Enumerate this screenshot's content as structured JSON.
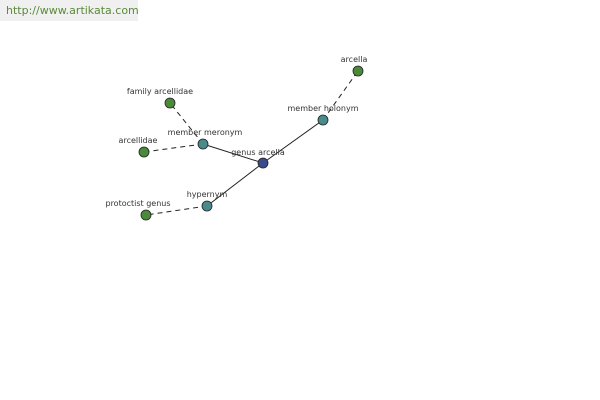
{
  "header": {
    "url": "http://www.artikata.com"
  },
  "colors": {
    "center": "#3a4a8c",
    "relation": "#4a8a8a",
    "term": "#4a8a3a",
    "url_text": "#5a8a3a"
  },
  "graph": {
    "nodes": [
      {
        "id": "genus",
        "label": "genus arcella",
        "kind": "center"
      },
      {
        "id": "holonym",
        "label": "member holonym",
        "kind": "relation"
      },
      {
        "id": "meronym",
        "label": "member meronym",
        "kind": "relation"
      },
      {
        "id": "hypernym",
        "label": "hypernym",
        "kind": "relation"
      },
      {
        "id": "arcella",
        "label": "arcella",
        "kind": "term"
      },
      {
        "id": "family",
        "label": "family arcellidae",
        "kind": "term"
      },
      {
        "id": "arcellidae",
        "label": "arcellidae",
        "kind": "term"
      },
      {
        "id": "protoctist",
        "label": "protoctist genus",
        "kind": "term"
      }
    ],
    "edges": [
      {
        "from": "genus",
        "to": "holonym",
        "style": "solid"
      },
      {
        "from": "genus",
        "to": "meronym",
        "style": "solid"
      },
      {
        "from": "genus",
        "to": "hypernym",
        "style": "solid"
      },
      {
        "from": "holonym",
        "to": "arcella",
        "style": "dashed"
      },
      {
        "from": "meronym",
        "to": "family",
        "style": "dashed"
      },
      {
        "from": "meronym",
        "to": "arcellidae",
        "style": "dashed"
      },
      {
        "from": "hypernym",
        "to": "protoctist",
        "style": "dashed"
      }
    ]
  }
}
